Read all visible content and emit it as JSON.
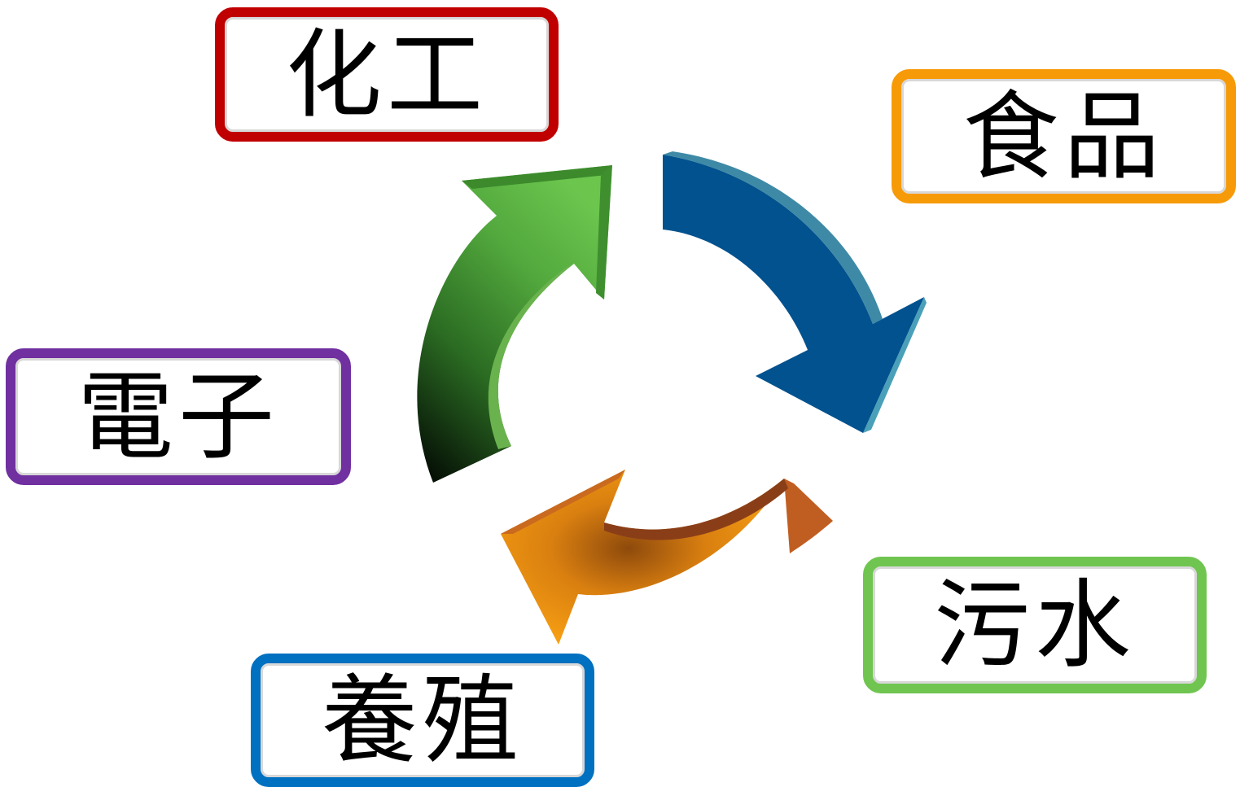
{
  "labels": {
    "chemical": "化工",
    "food": "食品",
    "electronics": "電子",
    "wastewater": "污水",
    "aquaculture": "養殖"
  },
  "colors": {
    "chemical_border": "#c00000",
    "food_border": "#f79a08",
    "electronics_border": "#7030a0",
    "wastewater_border": "#70c550",
    "aquaculture_border": "#0070c0",
    "arrow_green": "#5ab443",
    "arrow_blue": "#02528f",
    "arrow_orange": "#f39a16"
  }
}
